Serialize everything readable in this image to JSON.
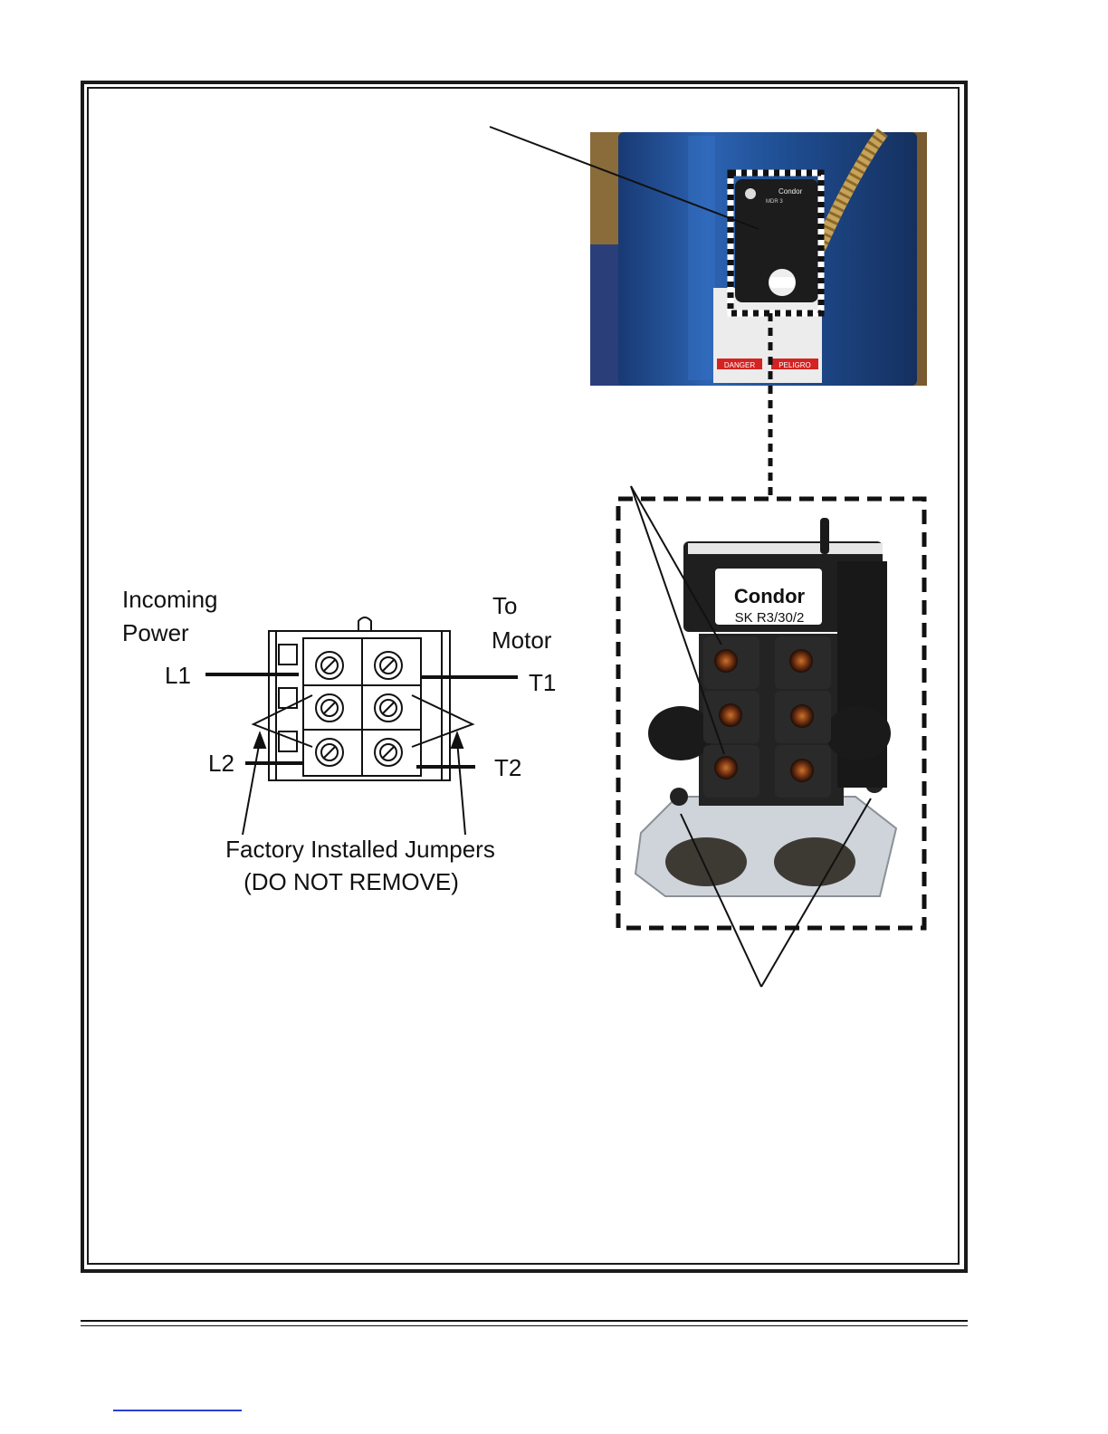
{
  "diagram": {
    "incoming_power": [
      "Incoming",
      "Power"
    ],
    "to_motor": [
      "To",
      "Motor"
    ],
    "terminals": {
      "l1": "L1",
      "l2": "L2",
      "t1": "T1",
      "t2": "T2"
    },
    "caption": [
      "Factory Installed Jumpers",
      "(DO NOT REMOVE)"
    ]
  },
  "photo_top": {
    "brand": "Condor",
    "model": "MDR 3",
    "warnings": [
      "DANGER",
      "PELIGRO"
    ]
  },
  "photo_bottom": {
    "brand": "Condor",
    "model": "SK R3/30/2"
  },
  "colors": {
    "compressor_blue": "#1f4e93",
    "switch_black": "#1c1c1c",
    "link_blue": "#2b3fd6"
  }
}
